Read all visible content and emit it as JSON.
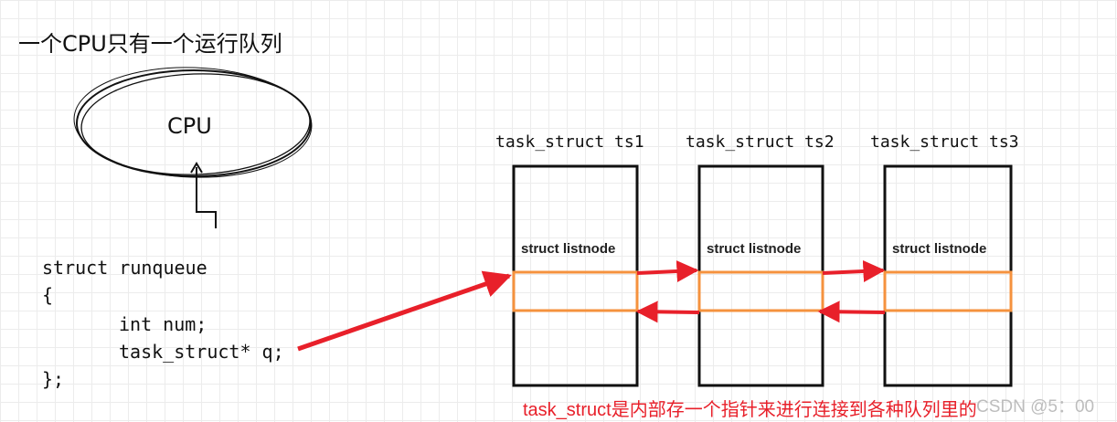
{
  "title": "一个CPU只有一个运行队列",
  "cpu_label": "CPU",
  "code": {
    "line1": "struct runqueue",
    "line2": "{",
    "line3": "int num;",
    "line4": "task_struct* q;",
    "line5": "};"
  },
  "tasks": [
    {
      "header": "task_struct ts1",
      "node_label": "struct listnode"
    },
    {
      "header": "task_struct ts2",
      "node_label": "struct listnode"
    },
    {
      "header": "task_struct ts3",
      "node_label": "struct listnode"
    }
  ],
  "caption": "task_struct是内部存一个指针来进行连接到各种队列里的",
  "watermark": "CSDN @5：00",
  "colors": {
    "link_box": "#f5923e",
    "arrow": "#e8202a",
    "caption": "#e8202a",
    "ink": "#111111"
  }
}
